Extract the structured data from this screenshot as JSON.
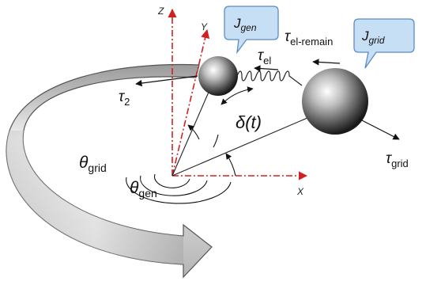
{
  "axes": {
    "z": "Z",
    "y": "Y",
    "x": "X"
  },
  "callouts": {
    "gen": {
      "base": "J",
      "sub": "gen"
    },
    "grid": {
      "base": "J",
      "sub": "grid"
    }
  },
  "torques": {
    "t2": {
      "base": "τ",
      "sub": "2"
    },
    "el": {
      "base": "τ",
      "sub": "el"
    },
    "el_remain": {
      "base": "τ",
      "sub": "el-remain"
    },
    "grid": {
      "base": "τ",
      "sub": "grid"
    }
  },
  "angles": {
    "delta": "δ(t)",
    "theta_grid": {
      "base": "θ",
      "sub": "grid"
    },
    "theta_gen": {
      "base": "θ",
      "sub": "gen"
    }
  },
  "colors": {
    "axis": "#d22020",
    "callout_fill": "#c7dff5",
    "callout_stroke": "#5b8cc4",
    "band_light": "#f4f4f4",
    "band_dark": "#8a8a8a"
  }
}
